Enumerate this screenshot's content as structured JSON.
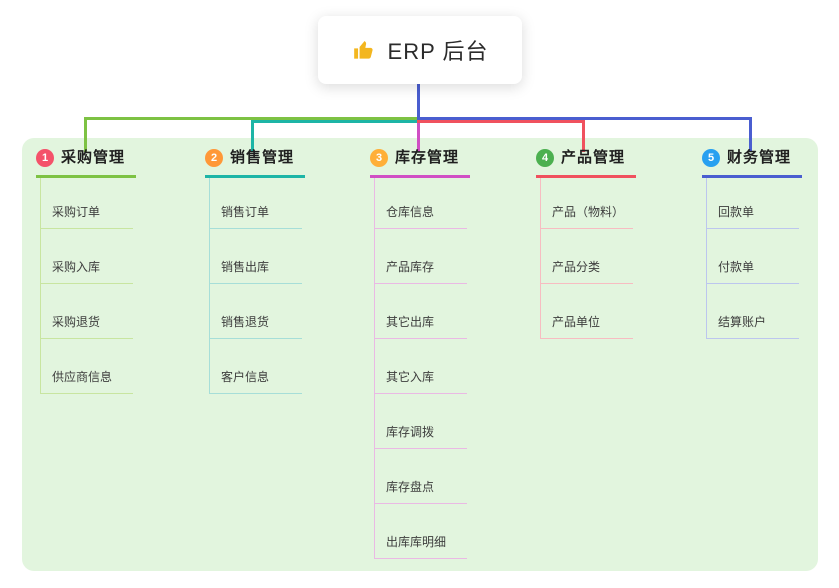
{
  "root": {
    "label": "ERP 后台",
    "icon": "thumbs-up-icon",
    "icon_color": "#f3b61f",
    "connector_color": "#4a5ed0"
  },
  "panel_color": "#e2f5de",
  "branches": [
    {
      "number": "1",
      "label": "采购管理",
      "badge_color": "#f4526a",
      "line_color": "#7dc243",
      "child_line_color": "#c8e5a0",
      "children": [
        "采购订单",
        "采购入库",
        "采购退货",
        "供应商信息"
      ]
    },
    {
      "number": "2",
      "label": "销售管理",
      "badge_color": "#ff9838",
      "line_color": "#1db5a6",
      "child_line_color": "#a6ded8",
      "children": [
        "销售订单",
        "销售出库",
        "销售退货",
        "客户信息"
      ]
    },
    {
      "number": "3",
      "label": "库存管理",
      "badge_color": "#ffaf38",
      "line_color": "#d04fc4",
      "child_line_color": "#eab9e4",
      "children": [
        "仓库信息",
        "产品库存",
        "其它出库",
        "其它入库",
        "库存调拨",
        "库存盘点",
        "出库库明细"
      ]
    },
    {
      "number": "4",
      "label": "产品管理",
      "badge_color": "#4cb050",
      "line_color": "#f0515e",
      "child_line_color": "#f7bcc1",
      "children": [
        "产品（物料）",
        "产品分类",
        "产品单位"
      ]
    },
    {
      "number": "5",
      "label": "财务管理",
      "badge_color": "#28a0f0",
      "line_color": "#4a5ed0",
      "child_line_color": "#bcc6ee",
      "children": [
        "回款单",
        "付款单",
        "结算账户"
      ]
    }
  ]
}
